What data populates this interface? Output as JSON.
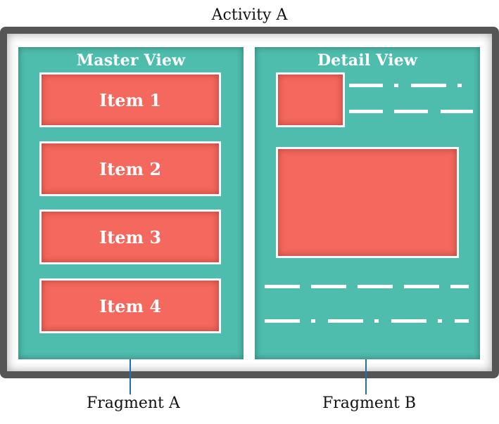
{
  "diagram": {
    "activity_label": "Activity A",
    "fragment_a_label": "Fragment A",
    "fragment_b_label": "Fragment B",
    "master_view": {
      "title": "Master View",
      "items": [
        {
          "label": "Item 1"
        },
        {
          "label": "Item 2"
        },
        {
          "label": "Item 3"
        },
        {
          "label": "Item 4"
        }
      ]
    },
    "detail_view": {
      "title": "Detail View"
    }
  },
  "colors": {
    "frame": "#555555",
    "fragment_fill": "#4ebdad",
    "item_fill": "#f4685d",
    "connector": "#1f6fb5"
  }
}
